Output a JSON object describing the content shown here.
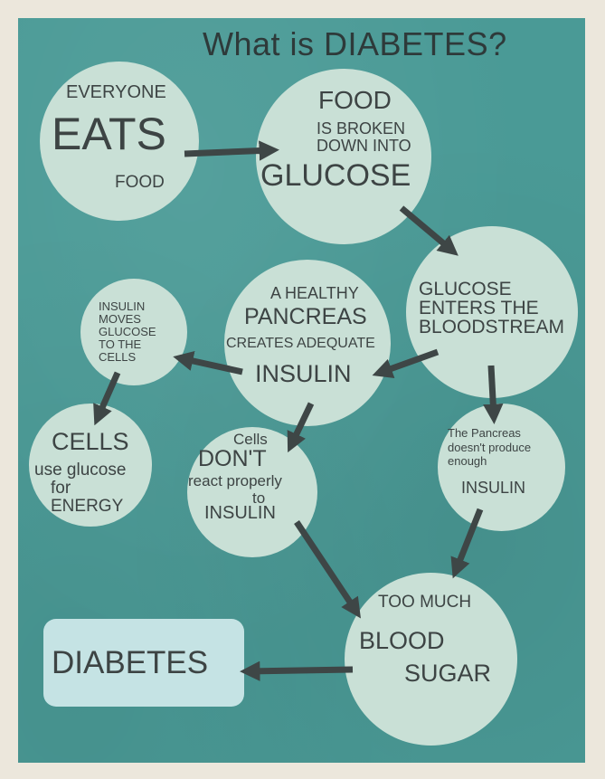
{
  "title": "What is DIABETES?",
  "colors": {
    "panel": "#4a9a96",
    "circle": "#c9e0d6",
    "box": "#c5e3e4",
    "text": "#3d4444",
    "arrow": "#3e4646"
  },
  "nodes": {
    "eats": {
      "line1": "EVERYONE",
      "line2": "EATS",
      "line3": "FOOD"
    },
    "food": {
      "line1": "FOOD",
      "line2": "IS BROKEN",
      "line3": "DOWN INTO",
      "line4": "GLUCOSE"
    },
    "bloodstream": {
      "line1": "GLUCOSE",
      "line2": "ENTERS THE",
      "line3": "BLOODSTREAM"
    },
    "pancreas": {
      "line1": "A HEALTHY",
      "line2": "PANCREAS",
      "line3": "CREATES ADEQUATE",
      "line4": "INSULIN"
    },
    "moves": {
      "line1": "INSULIN",
      "line2": "MOVES",
      "line3": "GLUCOSE",
      "line4": "TO THE",
      "line5": "CELLS"
    },
    "cells": {
      "line1": "CELLS",
      "line2": "use glucose",
      "line3": "for",
      "line4": "ENERGY"
    },
    "dont": {
      "line1": "Cells",
      "line2": "DON'T",
      "line3": "react properly",
      "line4": "to",
      "line5": "INSULIN"
    },
    "notenough": {
      "line1": "The Pancreas",
      "line2": "doesn't produce",
      "line3": "enough",
      "line4": "INSULIN"
    },
    "sugar": {
      "line1": "TOO MUCH",
      "line2": "BLOOD",
      "line3": "SUGAR"
    },
    "diabetes": {
      "label": "DIABETES"
    }
  }
}
